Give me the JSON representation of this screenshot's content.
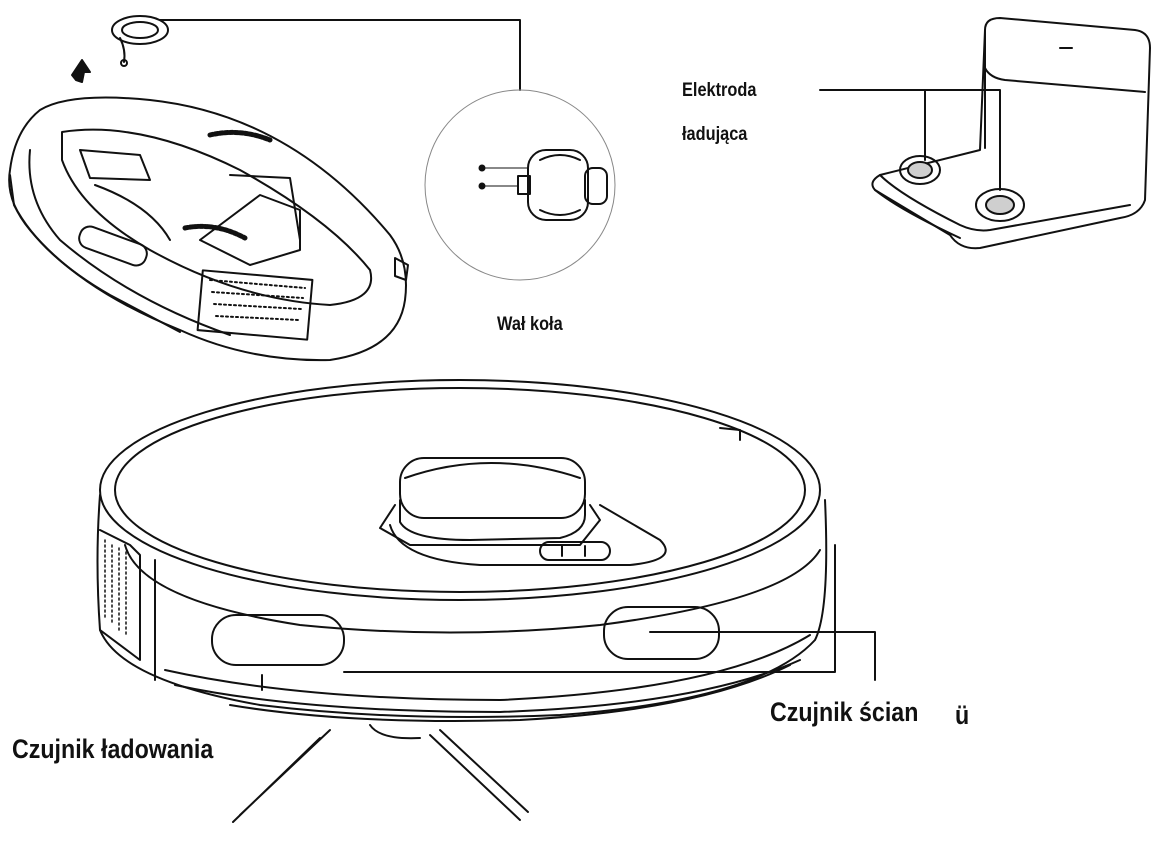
{
  "labels": {
    "electrode_line1": "Elektroda",
    "electrode_line2": "ładująca",
    "wheel_axle": "Wał koła",
    "wall_sensor": "Czujnik ścian",
    "wall_sensor_suffix": "ü",
    "charge_sensor": "Czujnik ładowania"
  },
  "colors": {
    "ink": "#111111",
    "paper": "#ffffff",
    "shade": "#bdbdbd"
  }
}
